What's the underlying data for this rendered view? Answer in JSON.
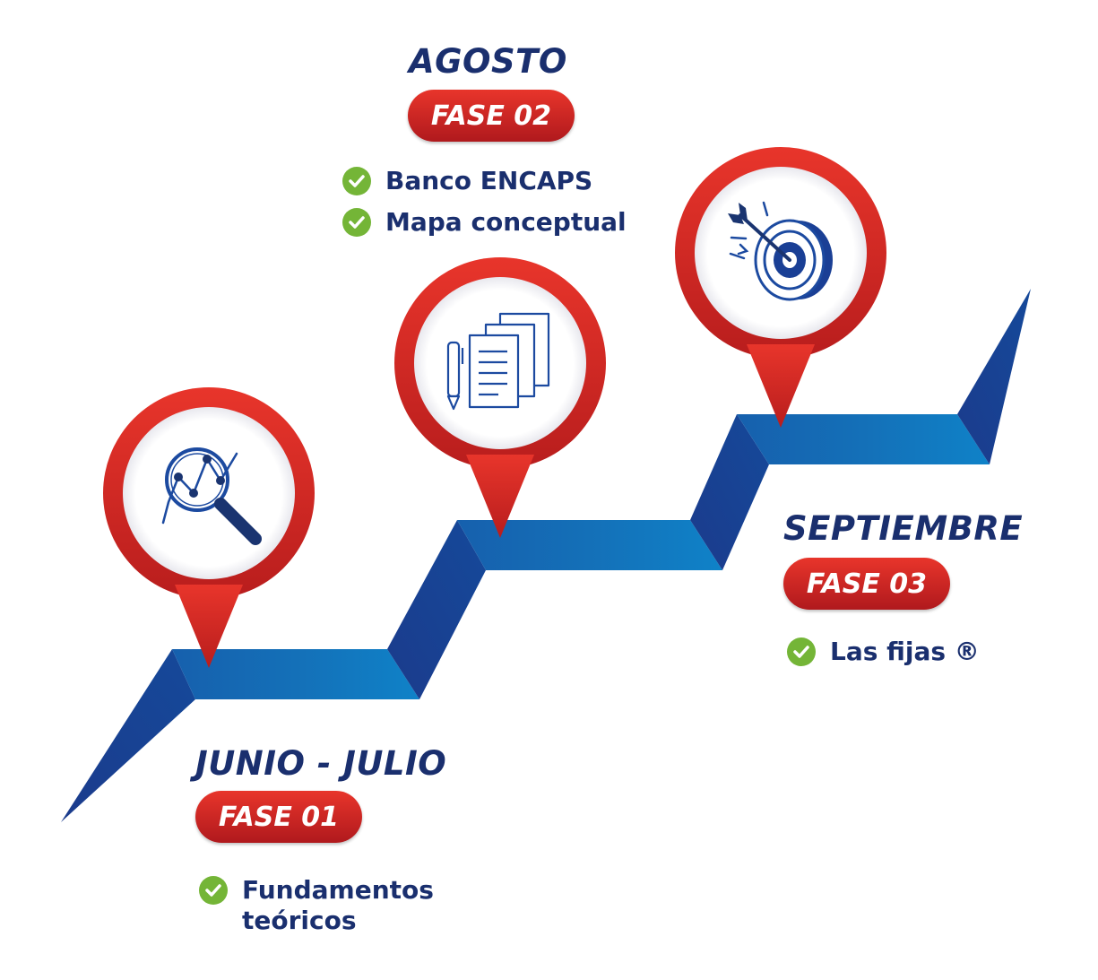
{
  "colors": {
    "navy": "#1a2f6e",
    "stair_blue": "#1565b0",
    "stair_dark": "#173a8a",
    "pin_red": "#e03128",
    "badge_red": "#d1261f",
    "check_green": "#74b537"
  },
  "phases": [
    {
      "month": "JUNIO - JULIO",
      "badge": "FASE 01",
      "icon": "magnifier-chart-icon",
      "items": [
        "Fundamentos teóricos"
      ]
    },
    {
      "month": "AGOSTO",
      "badge": "FASE 02",
      "icon": "documents-pen-icon",
      "items": [
        "Banco ENCAPS",
        "Mapa conceptual"
      ]
    },
    {
      "month": "SEPTIEMBRE",
      "badge": "FASE 03",
      "icon": "target-arrow-icon",
      "items": [
        "Las fijas ®"
      ]
    }
  ]
}
